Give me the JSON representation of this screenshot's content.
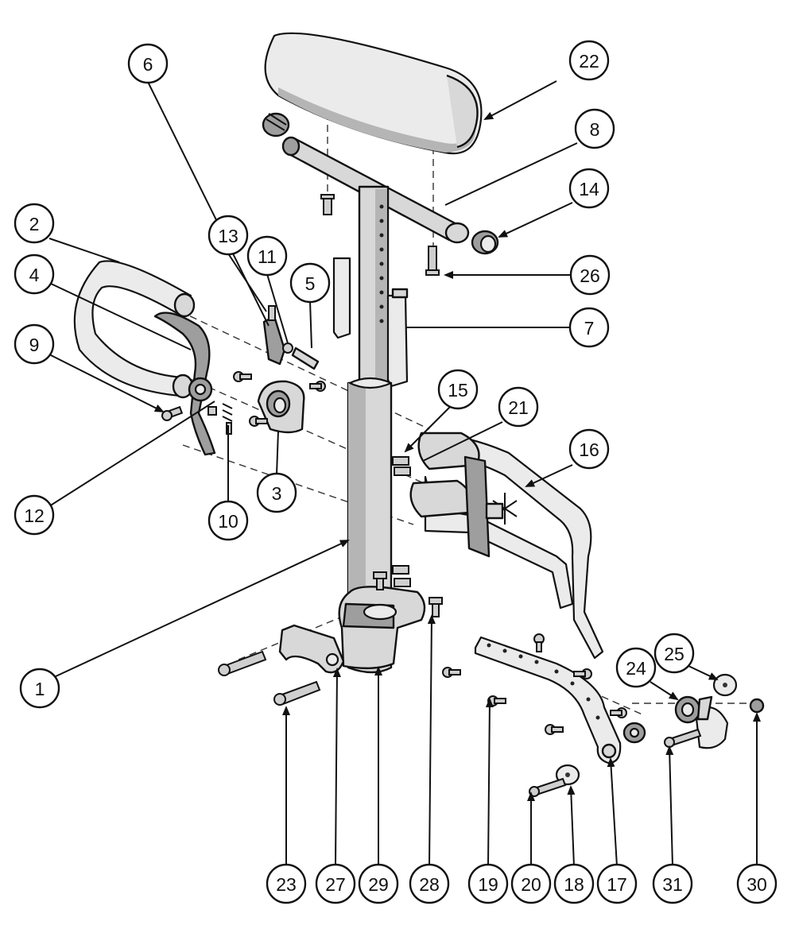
{
  "callouts": [
    "1",
    "2",
    "3",
    "4",
    "5",
    "6",
    "7",
    "8",
    "9",
    "10",
    "11",
    "12",
    "13",
    "14",
    "15",
    "16",
    "17",
    "18",
    "19",
    "20",
    "21",
    "22",
    "23",
    "24",
    "25",
    "26",
    "27",
    "28",
    "29",
    "30",
    "31"
  ],
  "colors": {
    "line": "#111111",
    "fill_light": "#ebebeb",
    "fill_mid": "#d8d8d8",
    "fill_dark": "#9e9e9e",
    "background": "#ffffff"
  }
}
